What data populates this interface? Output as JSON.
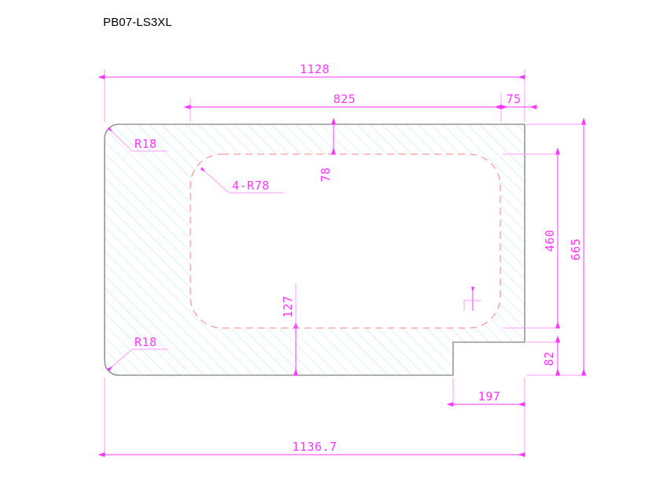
{
  "title": "PB07-LS3XL",
  "drawing": {
    "type": "mechanical-2d-part-outline",
    "units": "mm",
    "colors": {
      "dimension": "#ff33ff",
      "outline": "#808080",
      "hatch": "#b9e5f5",
      "inner_cutout": "#ff9999",
      "title_text": "#000000",
      "background": "#ffffff"
    },
    "dimensions": {
      "top_overall": "1128",
      "top_inner": "825",
      "top_right_offset": "75",
      "bottom_overall": "1136.7",
      "bottom_notch_width": "197",
      "right_inner": "460",
      "right_overall": "665",
      "right_notch_height": "82",
      "inner_top_offset": "78",
      "inner_bottom_offset": "127"
    },
    "radii": {
      "corner_top_left": "R18",
      "corner_bottom_left": "R18",
      "inner_corners": "4-R78"
    },
    "annotations": [
      {
        "label": "1128",
        "kind": "linear-dimension",
        "orientation": "horizontal",
        "position": "top"
      },
      {
        "label": "825",
        "kind": "linear-dimension",
        "orientation": "horizontal",
        "position": "top"
      },
      {
        "label": "75",
        "kind": "linear-dimension",
        "orientation": "horizontal",
        "position": "top-right"
      },
      {
        "label": "R18",
        "kind": "radius-callout",
        "position": "top-left-corner"
      },
      {
        "label": "4-R78",
        "kind": "radius-callout",
        "position": "inner-cutout-corner"
      },
      {
        "label": "78",
        "kind": "linear-dimension",
        "orientation": "vertical",
        "position": "inner-top"
      },
      {
        "label": "127",
        "kind": "linear-dimension",
        "orientation": "vertical",
        "position": "inner-bottom"
      },
      {
        "label": "460",
        "kind": "linear-dimension",
        "orientation": "vertical",
        "position": "right"
      },
      {
        "label": "665",
        "kind": "linear-dimension",
        "orientation": "vertical",
        "position": "right-outer"
      },
      {
        "label": "82",
        "kind": "linear-dimension",
        "orientation": "vertical",
        "position": "right-notch"
      },
      {
        "label": "R18",
        "kind": "radius-callout",
        "position": "bottom-left-corner"
      },
      {
        "label": "197",
        "kind": "linear-dimension",
        "orientation": "horizontal",
        "position": "bottom-notch"
      },
      {
        "label": "1136.7",
        "kind": "linear-dimension",
        "orientation": "horizontal",
        "position": "bottom"
      }
    ]
  }
}
